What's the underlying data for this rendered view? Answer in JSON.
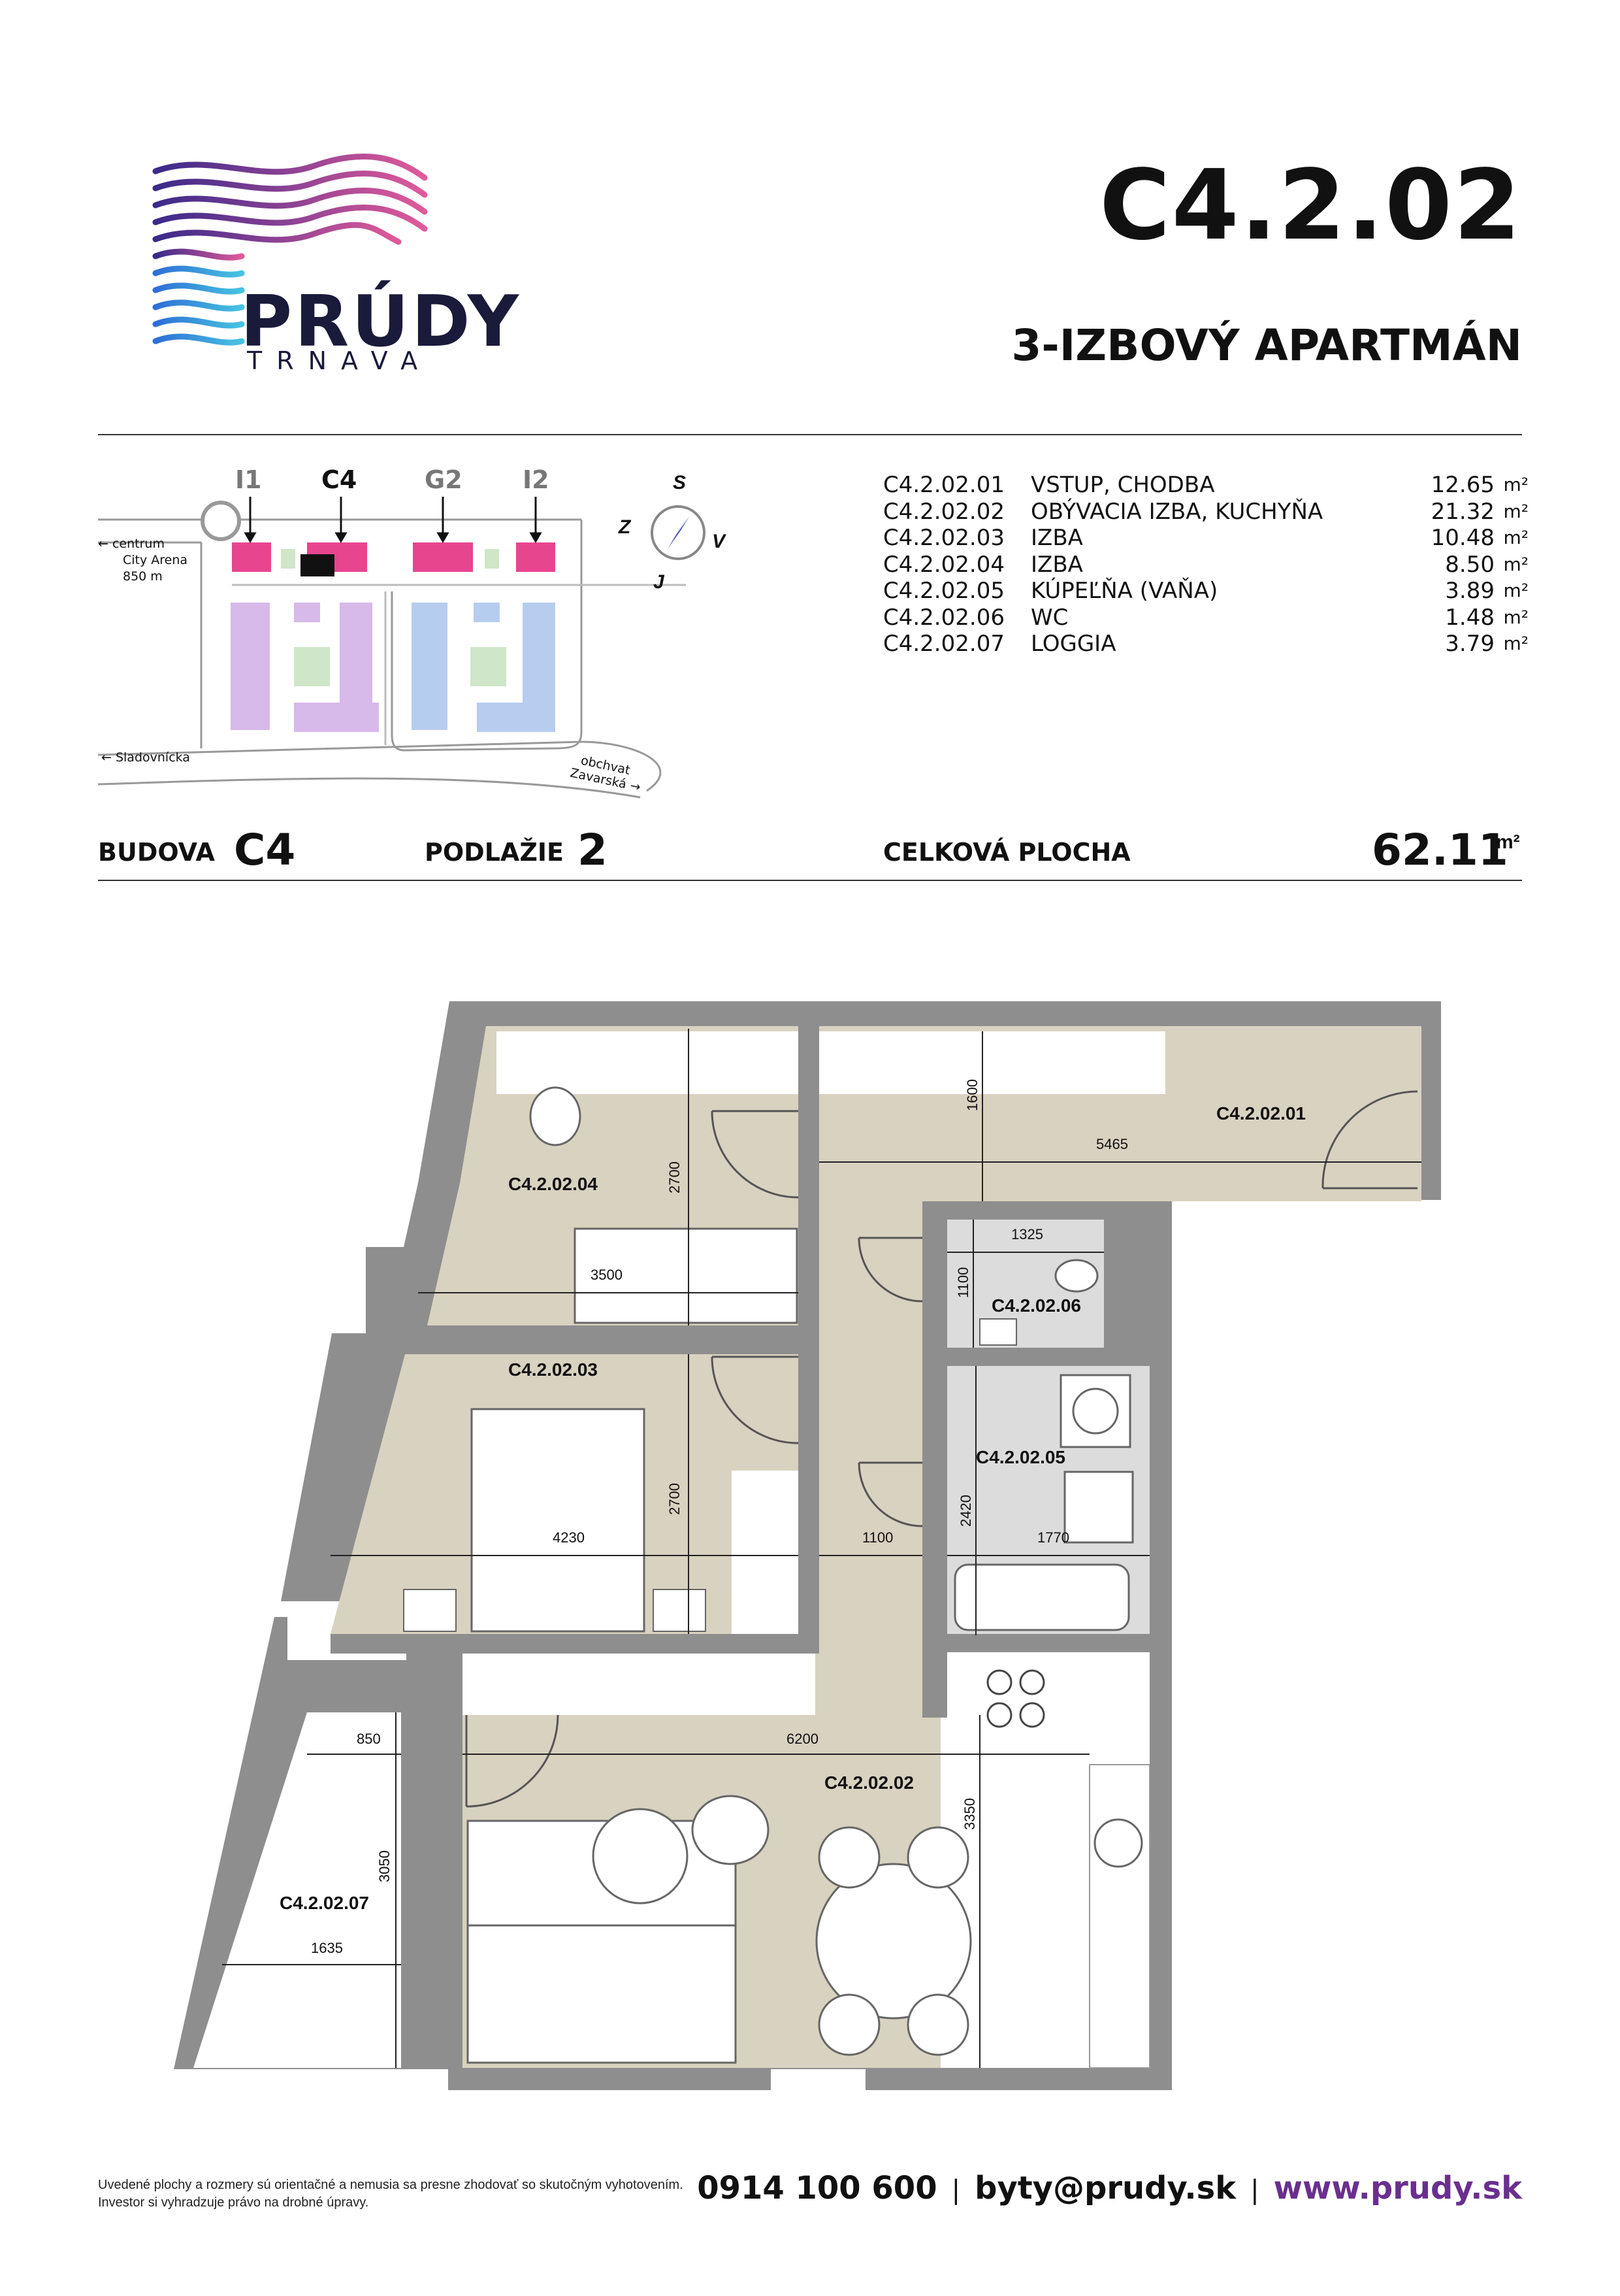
{
  "logo": {
    "name": "PRÚDY",
    "subtitle": "TRNAVA",
    "colors": [
      "#7b2fa0",
      "#c23c9e",
      "#e05a9b",
      "#2e8fd6",
      "#47c3e0"
    ]
  },
  "header": {
    "unit_code": "C4.2.02",
    "apartment_type": "3-IZBOVÝ APARTMÁN"
  },
  "site_map": {
    "building_labels": [
      {
        "label": "I1",
        "color": "#777777"
      },
      {
        "label": "C4",
        "color": "#111111"
      },
      {
        "label": "G2",
        "color": "#777777"
      },
      {
        "label": "I2",
        "color": "#777777"
      }
    ],
    "direction_city": "← centrum",
    "direction_city_line2": "City Arena",
    "direction_city_line3": "850 m",
    "street_left": "← Sladovnícka",
    "street_right_line1": "obchvat",
    "street_right_line2": "Zavarská →",
    "compass": {
      "north": "S",
      "west": "Z",
      "east": "V",
      "south": "J"
    },
    "highlight_color": "#e8458f",
    "block_purple": "#d7b9ea",
    "block_blue": "#b7cdef"
  },
  "rooms": [
    {
      "code": "C4.2.02.01",
      "name": "VSTUP, CHODBA",
      "area": "12.65",
      "unit": "m²"
    },
    {
      "code": "C4.2.02.02",
      "name": "OBÝVACIA IZBA, KUCHYŇA",
      "area": "21.32",
      "unit": "m²"
    },
    {
      "code": "C4.2.02.03",
      "name": "IZBA",
      "area": "10.48",
      "unit": "m²"
    },
    {
      "code": "C4.2.02.04",
      "name": "IZBA",
      "area": "8.50",
      "unit": "m²"
    },
    {
      "code": "C4.2.02.05",
      "name": "KÚPEĽŇA (VAŇA)",
      "area": "3.89",
      "unit": "m²"
    },
    {
      "code": "C4.2.02.06",
      "name": "WC",
      "area": "1.48",
      "unit": "m²"
    },
    {
      "code": "C4.2.02.07",
      "name": "LOGGIA",
      "area": "3.79",
      "unit": "m²"
    }
  ],
  "summary": {
    "building_label": "BUDOVA",
    "building_value": "C4",
    "floor_label": "PODLAŽIE",
    "floor_value": "2",
    "total_label": "CELKOVÁ PLOCHA",
    "total_value": "62.11",
    "total_unit": "m²"
  },
  "floor_plan": {
    "room_labels": {
      "r01": "C4.2.02.01",
      "r02": "C4.2.02.02",
      "r03": "C4.2.02.03",
      "r04": "C4.2.02.04",
      "r05": "C4.2.02.05",
      "r06": "C4.2.02.06",
      "r07": "C4.2.02.07"
    },
    "dimensions": {
      "d1600": "1600",
      "d5465": "5465",
      "d2700a": "2700",
      "d3500": "3500",
      "d1325": "1325",
      "d1100a": "1100",
      "d2700b": "2700",
      "d4230": "4230",
      "d1100b": "1100",
      "d2420": "2420",
      "d1770": "1770",
      "d850": "850",
      "d6200": "6200",
      "d3350": "3350",
      "d3050": "3050",
      "d1635": "1635"
    },
    "colors": {
      "wall": "#8e8e8e",
      "living_floor": "#d8d2c0",
      "wet_floor": "#dcdcdc"
    }
  },
  "footer": {
    "note_line1": "Uvedené plochy a rozmery sú orientačné a nemusia sa presne zhodovať so skutočným vyhotovením.",
    "note_line2": "Investor si vyhradzuje právo na drobné úpravy.",
    "phone": "0914 100 600",
    "email": "byty@prudy.sk",
    "web": "www.prudy.sk",
    "separator": "|"
  }
}
